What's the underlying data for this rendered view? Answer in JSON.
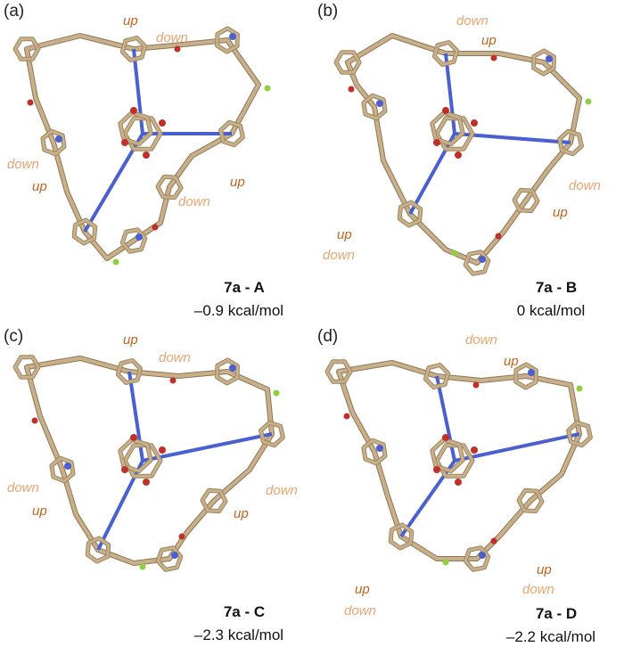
{
  "panels": [
    {
      "letter": "(a)",
      "name": "7a - A",
      "energy": "–0.9 kcal/mol",
      "tags": [
        {
          "t": "up",
          "k": "up"
        },
        {
          "t": "down",
          "k": "down"
        },
        {
          "t": "down",
          "k": "down"
        },
        {
          "t": "up",
          "k": "up"
        },
        {
          "t": "up",
          "k": "up"
        },
        {
          "t": "down",
          "k": "down"
        }
      ]
    },
    {
      "letter": "(b)",
      "name": "7a - B",
      "energy": "0 kcal/mol",
      "tags": [
        {
          "t": "down",
          "k": "down"
        },
        {
          "t": "up",
          "k": "up"
        },
        {
          "t": "up",
          "k": "up"
        },
        {
          "t": "down",
          "k": "down"
        },
        {
          "t": "down",
          "k": "down"
        },
        {
          "t": "up",
          "k": "up"
        }
      ]
    },
    {
      "letter": "(c)",
      "name": "7a - C",
      "energy": "–2.3 kcal/mol",
      "tags": [
        {
          "t": "up",
          "k": "up"
        },
        {
          "t": "down",
          "k": "down"
        },
        {
          "t": "down",
          "k": "down"
        },
        {
          "t": "up",
          "k": "up"
        },
        {
          "t": "down",
          "k": "down"
        },
        {
          "t": "up",
          "k": "up"
        }
      ]
    },
    {
      "letter": "(d)",
      "name": "7a - D",
      "energy": "–2.2 kcal/mol",
      "tags": [
        {
          "t": "down",
          "k": "down"
        },
        {
          "t": "up",
          "k": "up"
        },
        {
          "t": "up",
          "k": "up"
        },
        {
          "t": "down",
          "k": "down"
        },
        {
          "t": "up",
          "k": "up"
        },
        {
          "t": "down",
          "k": "down"
        }
      ]
    }
  ],
  "colors": {
    "up": "#c0651e",
    "down": "#e9a470",
    "stick": "#c8b08a",
    "oxygen": "#c0302a",
    "nitrogen": "#4a5fd0",
    "fluorine": "#8fd040"
  }
}
